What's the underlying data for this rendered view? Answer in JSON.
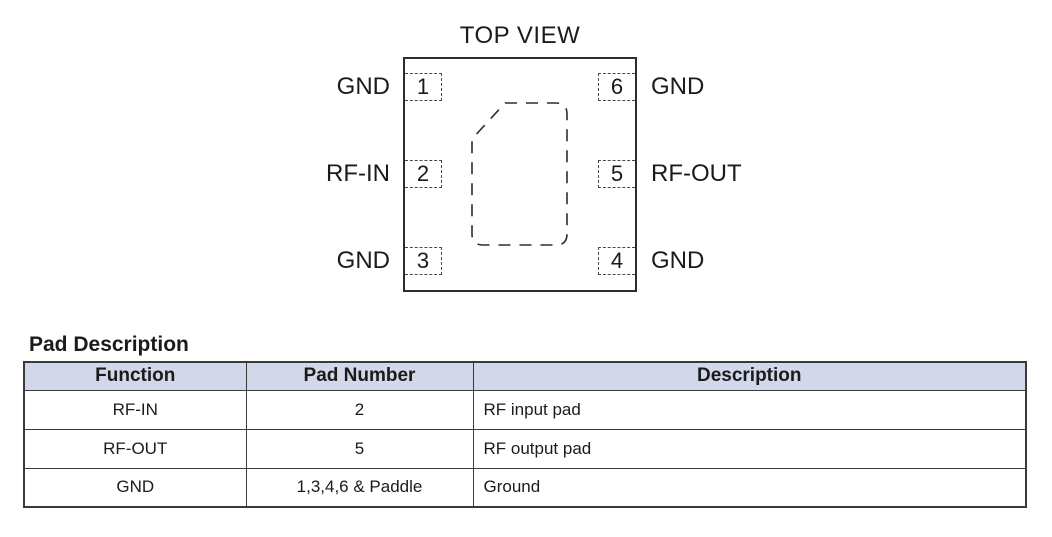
{
  "diagram": {
    "title": "TOP VIEW",
    "pads": [
      {
        "number": "1",
        "label": "GND"
      },
      {
        "number": "2",
        "label": "RF-IN"
      },
      {
        "number": "3",
        "label": "GND"
      },
      {
        "number": "6",
        "label": "GND"
      },
      {
        "number": "5",
        "label": "RF-OUT"
      },
      {
        "number": "4",
        "label": "GND"
      }
    ]
  },
  "table": {
    "heading": "Pad Description",
    "columns": [
      "Function",
      "Pad Number",
      "Description"
    ],
    "rows": [
      [
        "RF-IN",
        "2",
        "RF input pad"
      ],
      [
        "RF-OUT",
        "5",
        "RF output pad"
      ],
      [
        "GND",
        "1,3,4,6 & Paddle",
        "Ground"
      ]
    ]
  },
  "colors": {
    "background": "#ffffff",
    "table_header_bg": "#d2d8ea",
    "table_border": "#3a3a3a",
    "diagram_line": "#2d2d2d",
    "text": "#1b1b1b"
  }
}
